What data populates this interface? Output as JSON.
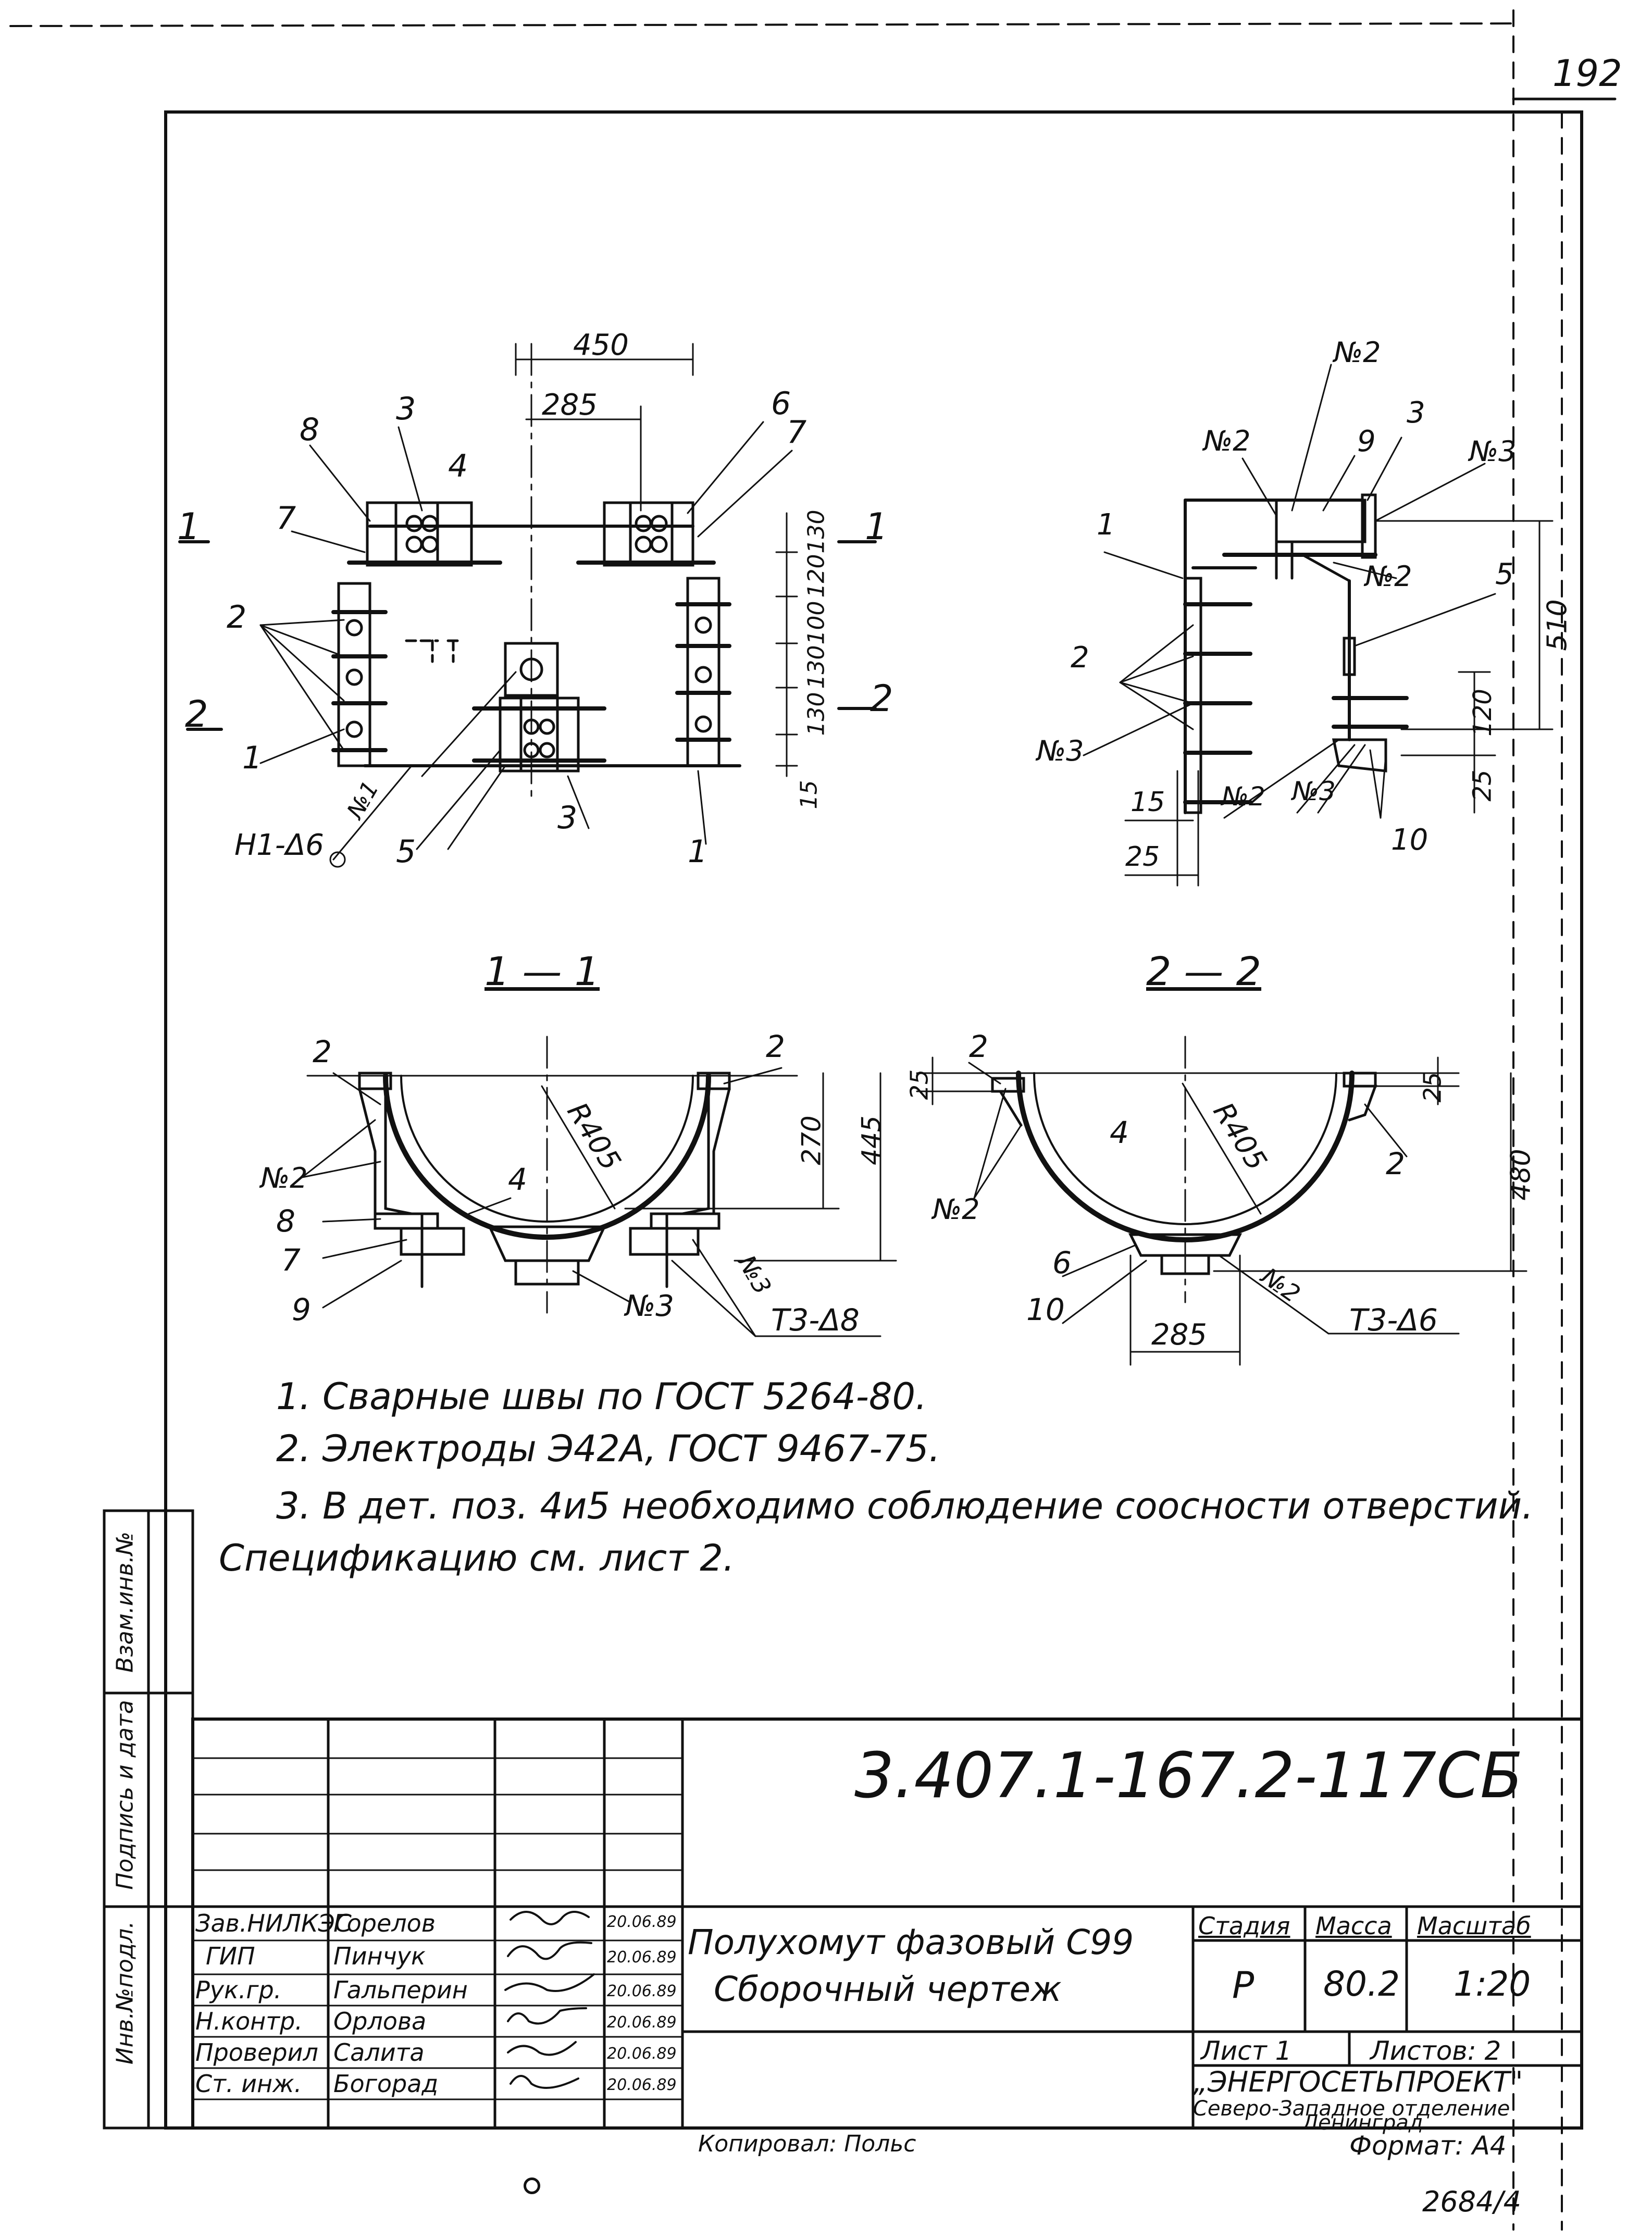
{
  "sheet_number": "192",
  "plan_view": {
    "dims": [
      "450",
      "285",
      "130",
      "120",
      "100",
      "130",
      "130",
      "15"
    ],
    "labels": [
      "8",
      "3",
      "4",
      "6",
      "7",
      "7",
      "2",
      "1",
      "5",
      "3",
      "1",
      "1",
      "2"
    ],
    "section_marks": [
      "1",
      "1",
      "2",
      "2"
    ],
    "weld_note": "Н1-Δ6",
    "weld_mark": "№1"
  },
  "side_view": {
    "labels": [
      "№2",
      "№2",
      "9",
      "3",
      "№3",
      "1",
      "№2",
      "5",
      "2",
      "№3",
      "№2",
      "№3",
      "10"
    ],
    "dims": [
      "510",
      "120",
      "25",
      "15",
      "25"
    ]
  },
  "section_1_1": {
    "title": "1 — 1",
    "labels": [
      "2",
      "2",
      "№2",
      "8",
      "7",
      "9",
      "4",
      "№3",
      "№3",
      "Т3-Δ8"
    ],
    "dims": [
      "R405",
      "270",
      "445"
    ]
  },
  "section_2_2": {
    "title": "2 — 2",
    "labels": [
      "2",
      "№2",
      "4",
      "6",
      "10",
      "№2",
      "2",
      "Т3-Δ6"
    ],
    "dims": [
      "25",
      "R405",
      "25",
      "480",
      "285"
    ]
  },
  "notes": [
    "1. Сварные швы по ГОСТ 5264-80.",
    "2. Электроды Э42А, ГОСТ 9467-75.",
    "3. В дет. поз. 4и5 необходимо соблюдение соосности отверстий.",
    "Спецификацию см. лист 2."
  ],
  "left_margin": [
    "Инв.№подл.",
    "Подпись и дата",
    "Взам.инв.№"
  ],
  "title_block": {
    "designation": "3.407.1-167.2-117СБ",
    "name_line1": "Полухомут фазовый С99",
    "name_line2": "Сборочный чертеж",
    "stage_header": "Стадия",
    "mass_header": "Масса",
    "scale_header": "Масштаб",
    "stage": "Р",
    "mass": "80.2",
    "scale": "1:20",
    "sheet": "Лист 1",
    "sheets": "Листов: 2",
    "org_line1": "„ЭНЕРГОСЕТЬПРОЕКТ\"",
    "org_line2": "Северо-Западное отделение",
    "org_line3": "Ленинград",
    "signers": [
      {
        "role": "Зав.НИЛКЭС",
        "name": "Горелов",
        "date": "20.06.89"
      },
      {
        "role": "ГИП",
        "name": "Пинчук",
        "date": "20.06.89"
      },
      {
        "role": "Рук.гр.",
        "name": "Гальперин",
        "date": "20.06.89"
      },
      {
        "role": "Н.контр.",
        "name": "Орлова",
        "date": "20.06.89"
      },
      {
        "role": "Проверил",
        "name": "Салита",
        "date": "20.06.89"
      },
      {
        "role": "Ст. инж.",
        "name": "Богорад",
        "date": "20.06.89"
      }
    ]
  },
  "copied_by": "Копировал: Польс",
  "format": "Формат: А4",
  "stamp_number": "2684/4"
}
